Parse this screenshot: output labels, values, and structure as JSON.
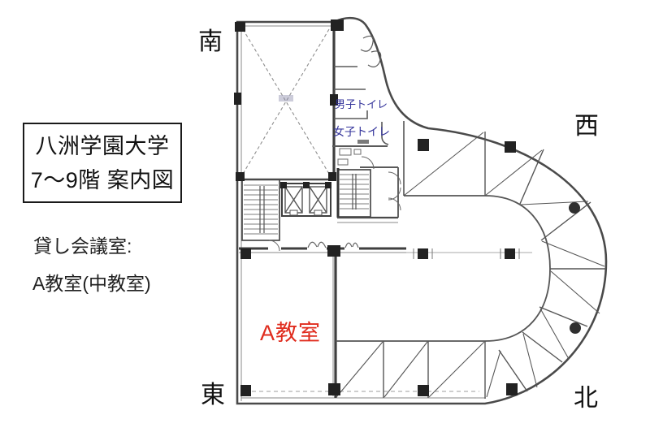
{
  "page": {
    "title": "八洲学園大学 7〜9階 案内図",
    "type": "floor-plan-guide"
  },
  "legend": {
    "title_line1": "八洲学園大学",
    "title_line2": "7〜9階 案内図",
    "note_line1": "貸し会議室:",
    "note_line2": "A教室(中教室)"
  },
  "compass": {
    "south": "南",
    "west": "西",
    "east": "東",
    "north": "北"
  },
  "rooms": {
    "classroom_a_label": "A教室",
    "mens_toilet_label": "男子トイレ",
    "womens_toilet_label": "女子トイレ"
  },
  "theme": {
    "background": "#ffffff",
    "wall_line_color": "#4a4a4a",
    "thin_line_color": "#777777",
    "classroom_label_color": "#e02c1e",
    "toilet_label_color": "#34349b",
    "text_color": "#111111"
  }
}
